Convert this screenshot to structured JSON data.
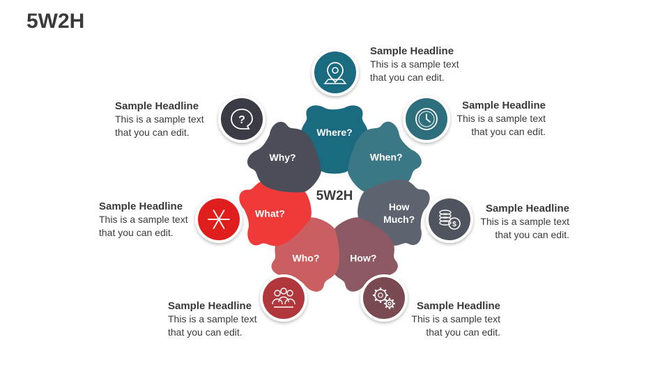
{
  "title": "5W2H",
  "center_label": "5W2H",
  "segments": [
    {
      "key": "where",
      "label_lines": [
        "Where?"
      ],
      "color": "#1a6b80",
      "icon": "map-pin-icon",
      "headline": "Sample Headline",
      "body_lines": [
        "This is a sample text",
        "that you can edit."
      ]
    },
    {
      "key": "when",
      "label_lines": [
        "When?"
      ],
      "color": "#3a7886",
      "icon": "clock-icon",
      "headline": "Sample Headline",
      "body_lines": [
        "This is a sample text",
        "that you can edit."
      ]
    },
    {
      "key": "how-much",
      "label_lines": [
        "How",
        "Much?"
      ],
      "color": "#5e6370",
      "icon": "coins-icon",
      "headline": "Sample Headline",
      "body_lines": [
        "This is a sample text",
        "that you can edit."
      ]
    },
    {
      "key": "how",
      "label_lines": [
        "How?"
      ],
      "color": "#8c5863",
      "icon": "gears-icon",
      "headline": "Sample Headline",
      "body_lines": [
        "This is a sample text",
        "that you can edit."
      ]
    },
    {
      "key": "who",
      "label_lines": [
        "Who?"
      ],
      "color": "#c95f61",
      "icon": "people-icon",
      "headline": "Sample Headline",
      "body_lines": [
        "This is a sample text",
        "that you can edit."
      ]
    },
    {
      "key": "what",
      "label_lines": [
        "What?"
      ],
      "color": "#f03a3a",
      "icon": "asterisk-icon",
      "headline": "Sample Headline",
      "body_lines": [
        "This is a sample text",
        "that you can edit."
      ]
    },
    {
      "key": "why",
      "label_lines": [
        "Why?"
      ],
      "color": "#4b4d58",
      "icon": "question-bubble-icon",
      "headline": "Sample Headline",
      "body_lines": [
        "This is a sample text",
        "that you can edit."
      ]
    }
  ],
  "badge_colors": {
    "where": "#1a6b80",
    "when": "#2e6f7d",
    "how-much": "#4f545e",
    "how": "#7a4a52",
    "who": "#b0383c",
    "what": "#e01e1e",
    "why": "#3a3b44"
  }
}
